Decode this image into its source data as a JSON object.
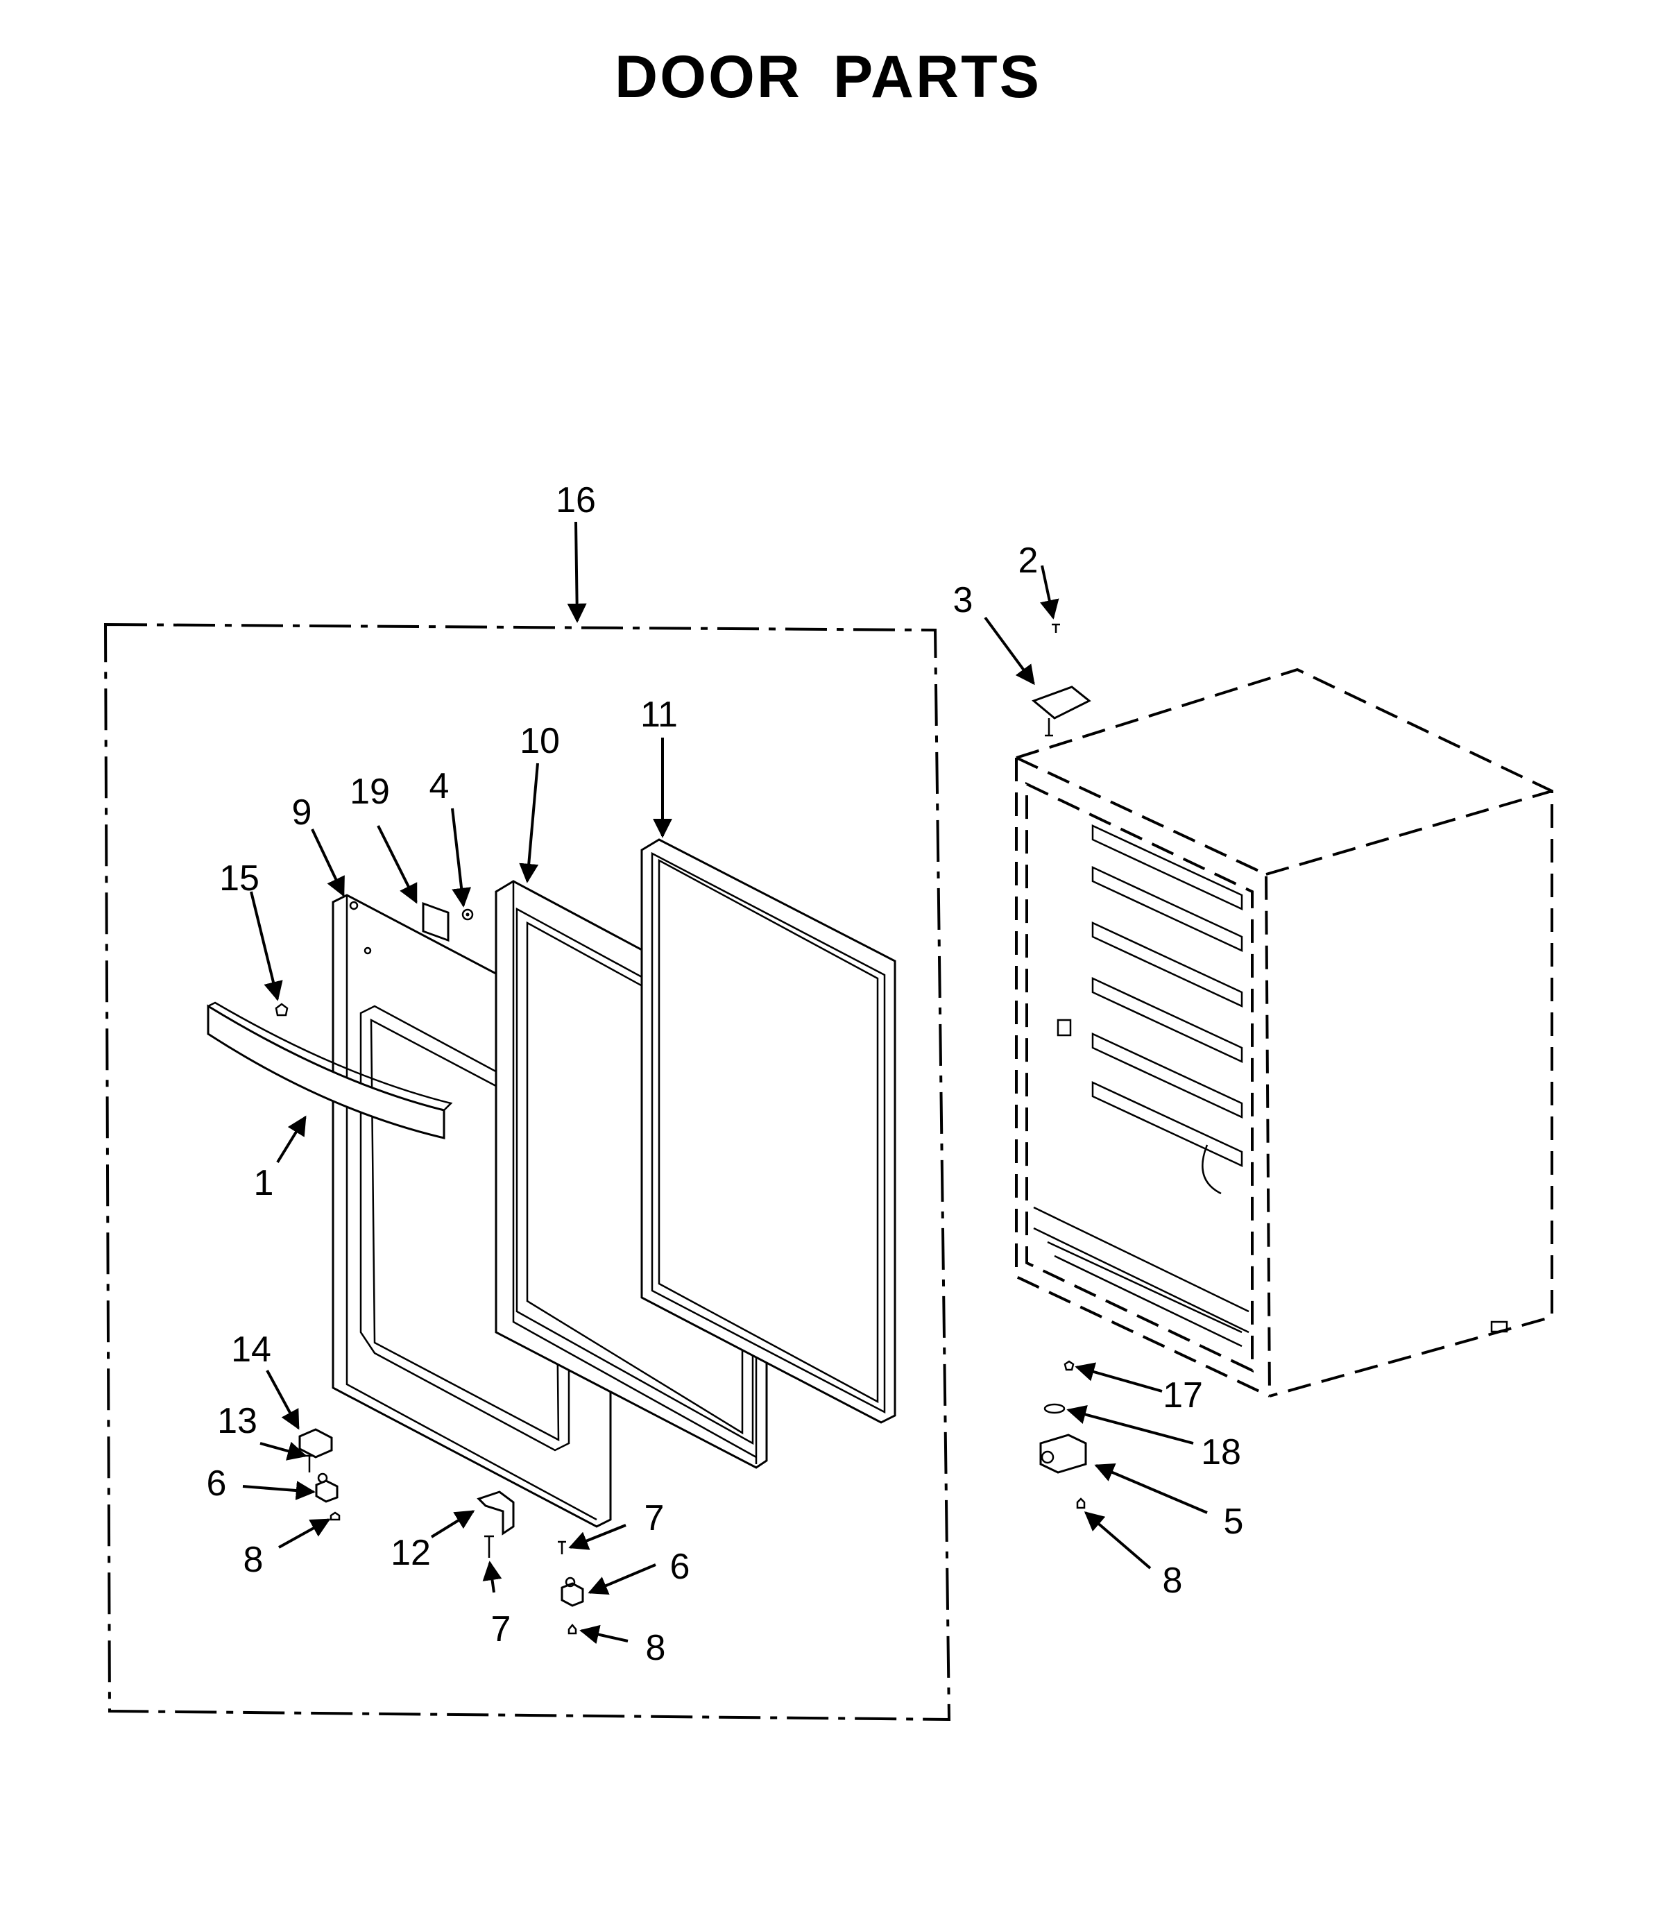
{
  "title": "DOOR PARTS",
  "callouts": {
    "c1": "1",
    "c2": "2",
    "c3": "3",
    "c4": "4",
    "c5": "5",
    "c6a": "6",
    "c6b": "6",
    "c7a": "7",
    "c7b": "7",
    "c8a": "8",
    "c8b": "8",
    "c8c": "8",
    "c9": "9",
    "c10": "10",
    "c11": "11",
    "c12": "12",
    "c13": "13",
    "c14": "14",
    "c15": "15",
    "c16": "16",
    "c17": "17",
    "c18": "18",
    "c19": "19"
  }
}
